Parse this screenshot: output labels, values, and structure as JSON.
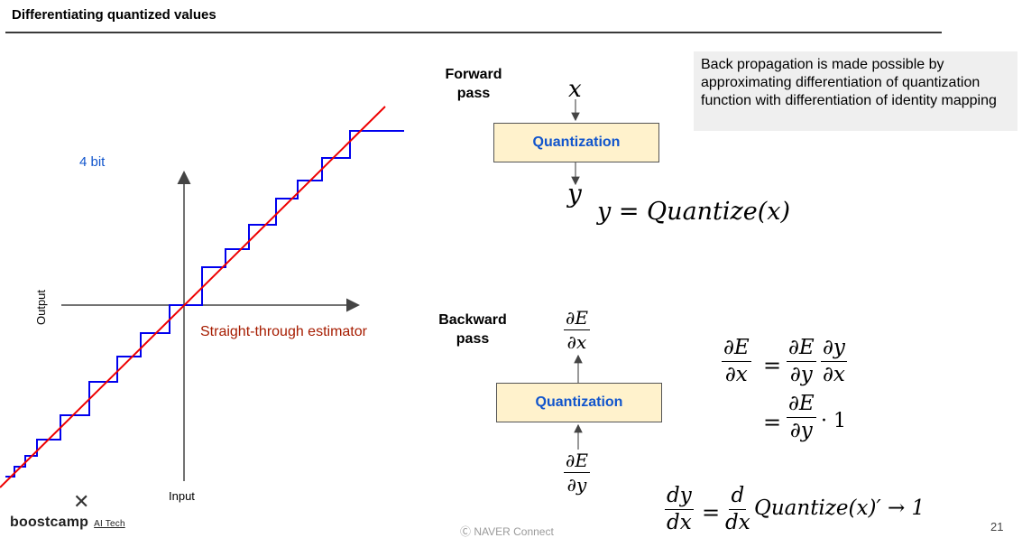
{
  "title": "Differentiating quantized values",
  "graph": {
    "bit_label": "4 bit",
    "ste_label": "Straight-through estimator",
    "y_axis": "Output",
    "x_axis": "Input",
    "colors": {
      "steps": "#0000ee",
      "identity": "#ee0000",
      "axes": "#444444"
    }
  },
  "forward": {
    "label": "Forward pass",
    "input_symbol": "x",
    "box": "Quantization",
    "output_symbol": "y",
    "equation": "y = Quantize(x)"
  },
  "backward": {
    "label": "Backward pass",
    "top_num": "∂E",
    "top_den": "∂x",
    "box": "Quantization",
    "bottom_num": "∂E",
    "bottom_den": "∂y"
  },
  "callout": "Back propagation is made possible by approximating differentiation of quantization function with differentiation of identity mapping",
  "chain_rule": {
    "lhs_num": "∂E",
    "lhs_den": "∂x",
    "r1a_num": "∂E",
    "r1a_den": "∂y",
    "r1b_num": "∂y",
    "r1b_den": "∂x",
    "r2_num": "∂E",
    "r2_den": "∂y",
    "r2_tail": "· 1",
    "equals": "="
  },
  "derivative": {
    "lhs_num": "dy",
    "lhs_den": "dx",
    "d_num": "d",
    "d_den": "dx",
    "tail": "Quantize(x)′ → 1",
    "equals": "="
  },
  "footer": {
    "logo_mark": "✕",
    "logo": "boostcamp",
    "logo_sub": "AI Tech",
    "credit": "Ⓒ  NAVER Connect",
    "page": "21"
  }
}
